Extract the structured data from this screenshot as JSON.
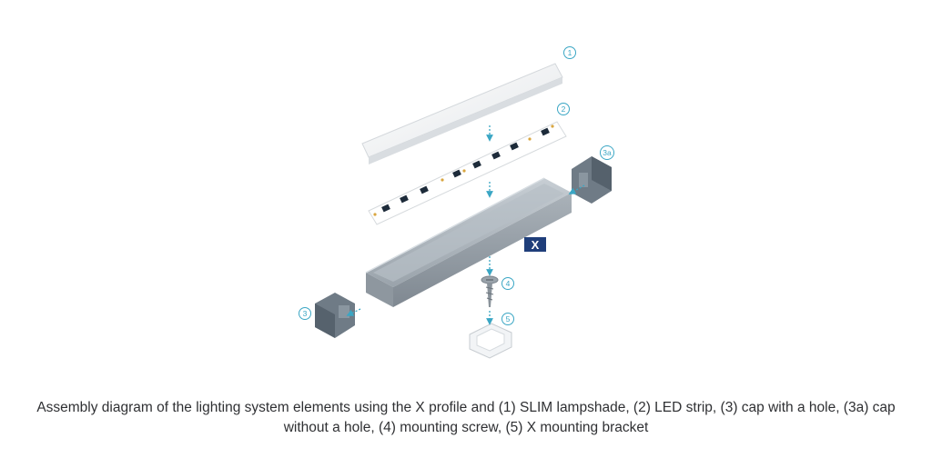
{
  "diagram": {
    "profile_badge": "X",
    "callouts": {
      "lampshade": "1",
      "led_strip": "2",
      "cap_without_hole": "3a",
      "cap_with_hole": "3",
      "mounting_screw": "4",
      "mounting_bracket": "5"
    },
    "colors": {
      "accent": "#3aa6c4",
      "badge": "#1f3e7a",
      "aluminium": "#a9b1b8",
      "cap": "#6f7b86"
    }
  },
  "caption": {
    "line1": "Assembly diagram of the lighting system elements using the X profile and (1) SLIM lampshade, (2) LED strip, (3) cap with a hole, (3a) cap",
    "line2": "without a hole, (4) mounting screw, (5) X mounting bracket"
  }
}
